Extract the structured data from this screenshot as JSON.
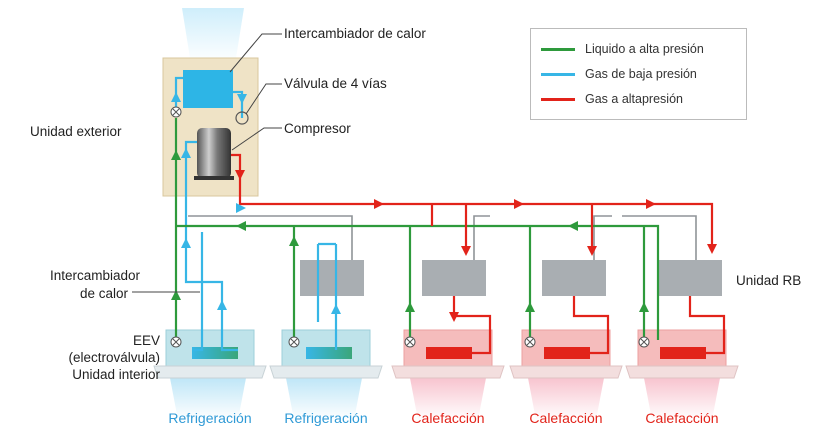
{
  "labels": {
    "heat_exchanger_top": "Intercambiador de calor",
    "four_way_valve": "Válvula de 4 vías",
    "outdoor_unit": "Unidad exterior",
    "compressor": "Compresor",
    "heat_exchanger_left_line1": "Intercambiador",
    "heat_exchanger_left_line2": "de calor",
    "eev_line1": "EEV",
    "eev_line2": "(electroválvula)",
    "indoor_unit": "Unidad interior",
    "rb_unit": "Unidad RB"
  },
  "legend": [
    {
      "label": "Liquido a alta presión",
      "color": "#2e9a3c"
    },
    {
      "label": "Gas de baja presión",
      "color": "#37b6e6"
    },
    {
      "label": "Gas a altapresión",
      "color": "#e2231a"
    }
  ],
  "modes": [
    {
      "label": "Refrigeración",
      "color": "#2f9ad6"
    },
    {
      "label": "Refrigeración",
      "color": "#2f9ad6"
    },
    {
      "label": "Calefacción",
      "color": "#e2231a"
    },
    {
      "label": "Calefacción",
      "color": "#e2231a"
    },
    {
      "label": "Calefacción",
      "color": "#e2231a"
    }
  ],
  "colors": {
    "liquid_high": "#2e9a3c",
    "gas_low": "#37b6e6",
    "gas_high": "#e2231a",
    "outdoor_unit_fill": "#efe3c6",
    "cooling_unit_fill": "#bfe3ea",
    "heating_unit_fill": "#f5bcbc",
    "rb_unit_fill": "#a9aeb2"
  }
}
